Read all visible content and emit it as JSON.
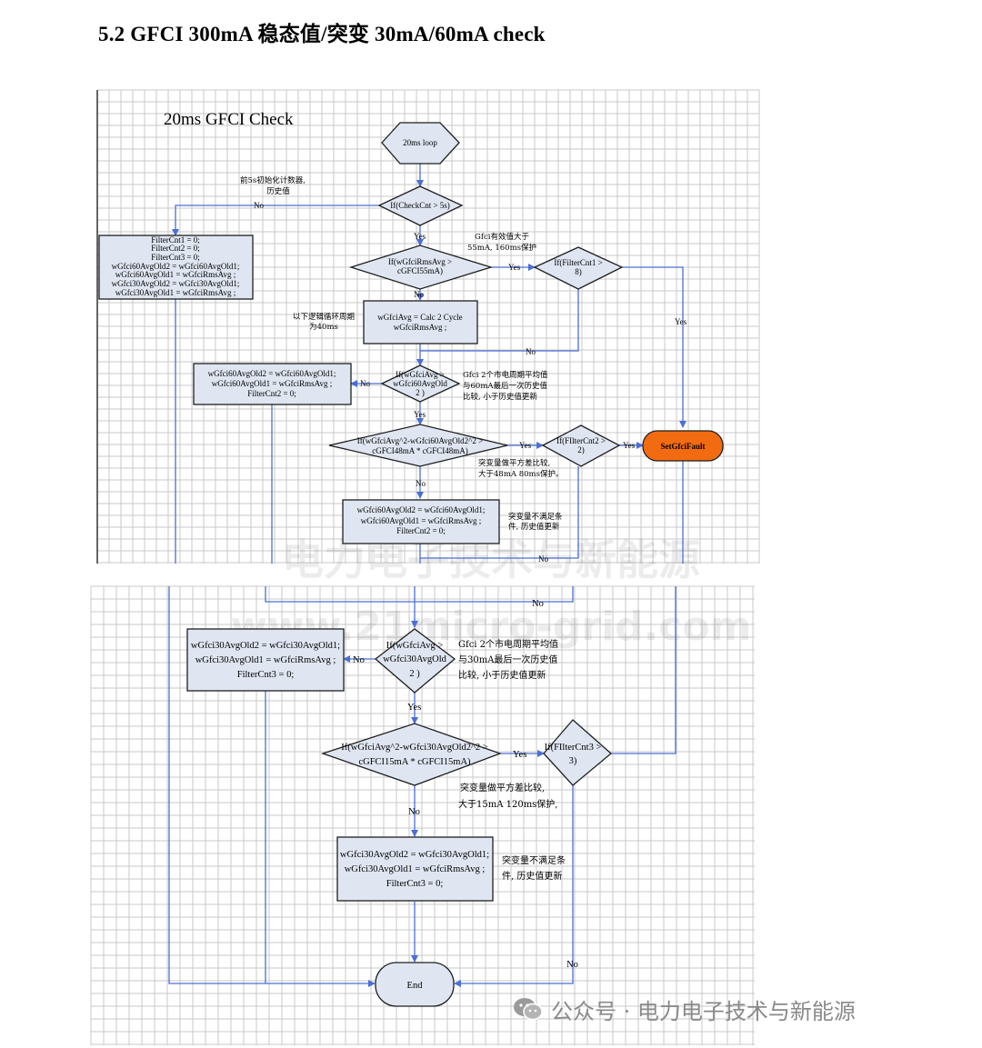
{
  "heading": "5.2 GFCI 300mA  稳态值/突变 30mA/60mA check",
  "diagram": {
    "title": "20ms GFCI Check",
    "start": "20ms loop",
    "check_cnt": "If(CheckCnt > 5s)",
    "init_note": [
      "前5s初始化计数器,",
      "历史值"
    ],
    "init_box": [
      "FilterCnt1 = 0;",
      "FilterCnt2 = 0;",
      "FilterCnt3 = 0;",
      "wGfci60AvgOld2 = wGfci60AvgOld1;",
      "wGfci60AvgOld1 = wGfciRmsAvg ;",
      "wGfci30AvgOld2 = wGfci30AvgOld1;",
      "wGfci30AvgOld1 = wGfciRmsAvg ;"
    ],
    "rms_cond": [
      "If(wGfciRmsAvg  >",
      "cGFCI55mA)"
    ],
    "rms_note": [
      "Gfci有效值大于",
      "55mA, 160ms保护"
    ],
    "filter1": [
      "If(FilterCnt1 >",
      "8)"
    ],
    "calc_box": [
      "wGfciAvg = Calc 2 Cycle",
      "wGfciRmsAvg ;"
    ],
    "calc_note": [
      "以下逻辑循环周期",
      "为40ms"
    ],
    "avg60_cond": [
      "If(wGfciAvg >",
      "wGfci60AvgOld",
      "2 )"
    ],
    "avg60_note": [
      "Gfci 2个市电周期平均值",
      "与60mA最后一次历史值",
      "比较, 小于历史值更新"
    ],
    "upd60_box": [
      "wGfci60AvgOld2 = wGfci60AvgOld1;",
      "wGfci60AvgOld1 = wGfciRmsAvg ;",
      "FilterCnt2 = 0;"
    ],
    "diff60_cond": [
      "If(wGfciAvg^2-wGfci60AvgOld2^2 >",
      "cGFCI48mA * cGFCI48mA)"
    ],
    "diff60_note": [
      "突变量做平方差比较,",
      "大于48mA 80ms保护。"
    ],
    "filter2": [
      "If(FIlterCnt2 >",
      "2)"
    ],
    "fault": "SetGfciFault",
    "keep60_box": [
      "wGfci60AvgOld2 = wGfci60AvgOld1;",
      "wGfci60AvgOld1 = wGfciRmsAvg ;",
      "FilterCnt2 = 0;"
    ],
    "keep60_note": [
      "突变量不满足条",
      "件, 历史值更新"
    ],
    "avg30_cond": [
      "If(wGfciAvg >",
      "wGfci30AvgOld",
      "2 )"
    ],
    "avg30_note": [
      "Gfci 2个市电周期平均值",
      "与30mA最后一次历史值",
      "比较, 小于历史值更新"
    ],
    "upd30_box": [
      "wGfci30AvgOld2 = wGfci30AvgOld1;",
      "wGfci30AvgOld1 = wGfciRmsAvg ;",
      "FilterCnt3 = 0;"
    ],
    "diff30_cond": [
      "If(wGfciAvg^2-wGfci30AvgOld2^2 >",
      "cGFCI15mA * cGFCI15mA)"
    ],
    "diff30_note": [
      "突变量做平方差比较,",
      "大于15mA 120ms保护,"
    ],
    "filter3": [
      "If(FIlterCnt3 >",
      "3)"
    ],
    "keep30_box": [
      "wGfci30AvgOld2 = wGfci30AvgOld1;",
      "wGfci30AvgOld1 = wGfciRmsAvg ;",
      "FilterCnt3 = 0;"
    ],
    "keep30_note": [
      "突变量不满足条",
      "件, 历史值更新"
    ],
    "end": "End",
    "yes": "Yes",
    "no": "No"
  },
  "watermark": [
    "电力电子技术与新能源",
    "www.21micro-grid.com"
  ],
  "footer": {
    "icon": "wechat-icon",
    "text": "公众号 · 电力电子技术与新能源"
  },
  "colors": {
    "flow_line": "#4b6fd6",
    "node_fill": "#dfe6f1",
    "fault_fill": "#f36b10",
    "grid": "#c8c8c8"
  }
}
